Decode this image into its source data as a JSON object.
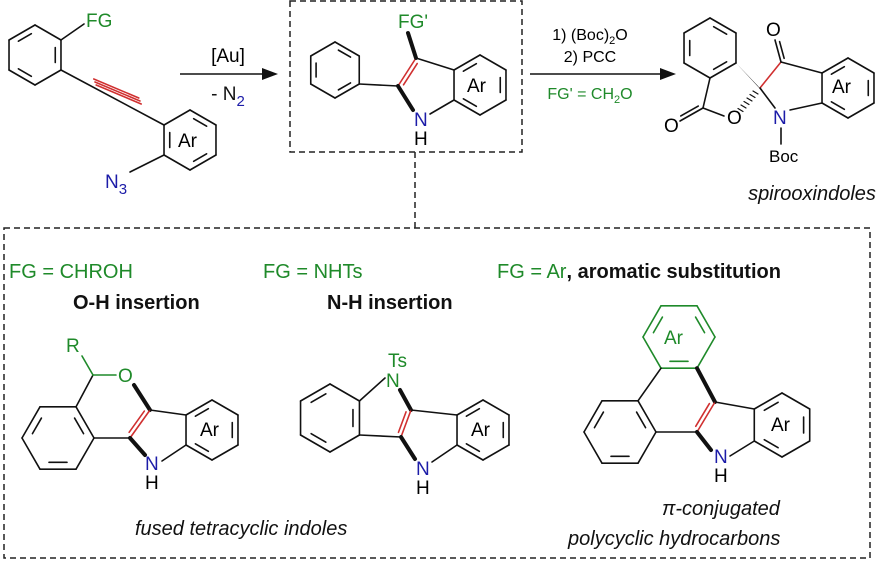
{
  "colors": {
    "functional_group": "#1f8a2a",
    "nitrogen": "#1c1ca8",
    "new_bond": "#d03030",
    "bond": "#111111"
  },
  "starting_material": {
    "fg": "FG",
    "ar": "Ar",
    "azide": "N",
    "azide_sub": "3"
  },
  "step1": {
    "catalyst": "[Au]",
    "byproduct_prefix": "- N",
    "byproduct_sub": "2"
  },
  "intermediate": {
    "fg_prime": "FG'",
    "ar": "Ar",
    "n": "N",
    "h": "H"
  },
  "step2": {
    "line1_pre": "1) (Boc)",
    "line1_sub": "2",
    "line1_post": "O",
    "line2": "2) PCC",
    "condition_pre": "FG' = CH",
    "condition_sub": "2",
    "condition_post": "O"
  },
  "spiro_product": {
    "o_top": "O",
    "o_ring": "O",
    "o_carbonyl": "O",
    "n": "N",
    "ar": "Ar",
    "boc": "Boc",
    "caption": "spirooxindoles"
  },
  "pathways": [
    {
      "fg": "FG = CHROH",
      "reaction": "O-H insertion",
      "r": "R",
      "o": "O",
      "n": "N",
      "h": "H",
      "ar": "Ar"
    },
    {
      "fg": "FG = NHTs",
      "reaction": "N-H insertion",
      "ts": "Ts",
      "n_top": "N",
      "n": "N",
      "h": "H",
      "ar": "Ar"
    },
    {
      "fg": "FG = Ar",
      "reaction": ", aromatic substitution",
      "ar_green": "Ar",
      "n": "N",
      "h": "H",
      "ar": "Ar"
    }
  ],
  "captions": {
    "fused": "fused tetracyclic indoles",
    "pi_line1": "π-conjugated",
    "pi_line2": "polycyclic hydrocarbons"
  }
}
